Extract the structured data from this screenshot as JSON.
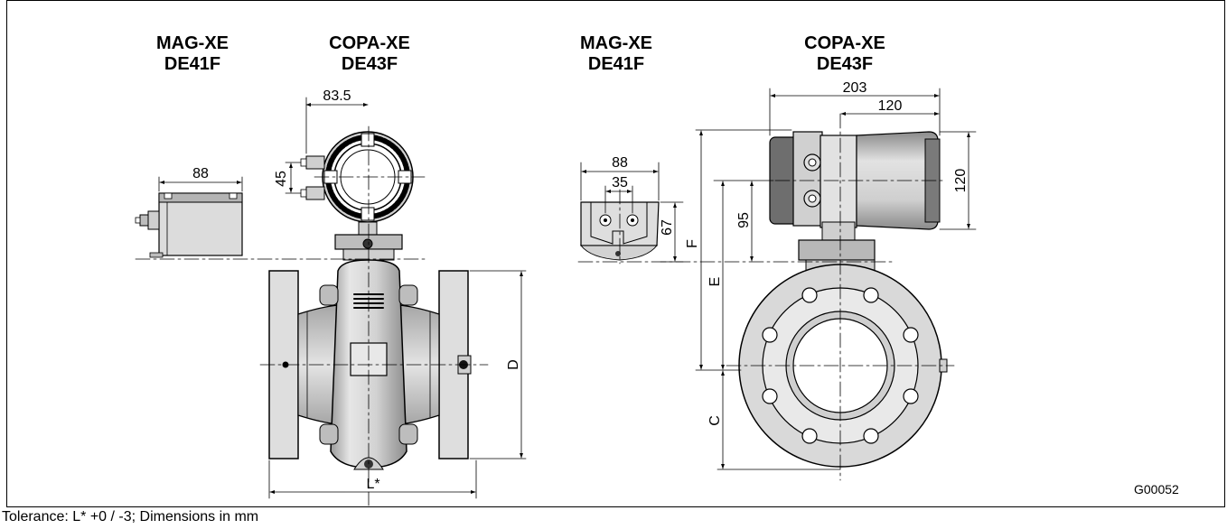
{
  "headers": {
    "left_mag_name": "MAG-XE",
    "left_mag_model": "DE41F",
    "left_copa_name": "COPA-XE",
    "left_copa_model": "DE43F",
    "right_mag_name": "MAG-XE",
    "right_mag_model": "DE41F",
    "right_copa_name": "COPA-XE",
    "right_copa_model": "DE43F"
  },
  "dimensions": {
    "left_transmitter_width": "83.5",
    "left_gland_spacing": "45",
    "left_junction_width": "88",
    "length_label": "L*",
    "diameter_label": "D",
    "right_junction_width": "88",
    "right_gland_spacing": "35",
    "right_junction_height": "67",
    "offset_f": "F",
    "total_width": "203",
    "head_width": "120",
    "head_height": "120",
    "center_height": "95",
    "height_e": "E",
    "height_c": "C"
  },
  "drawing_code": "G00052",
  "footer_note": "Tolerance: L* +0 / -3; Dimensions in mm"
}
